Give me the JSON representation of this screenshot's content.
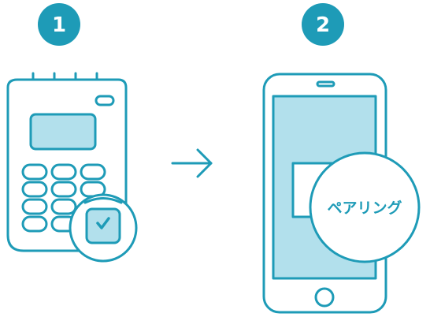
{
  "steps": [
    {
      "number": "1",
      "illustration": "card-reader-device-icon",
      "badge": "power-button-check-icon"
    },
    {
      "number": "2",
      "illustration": "smartphone-icon",
      "badge_label": "ペアリング"
    }
  ],
  "arrow": "right-arrow-icon",
  "colors": {
    "accent": "#1e9bb7",
    "fill_light": "#b2e0ec",
    "background": "#ffffff"
  }
}
